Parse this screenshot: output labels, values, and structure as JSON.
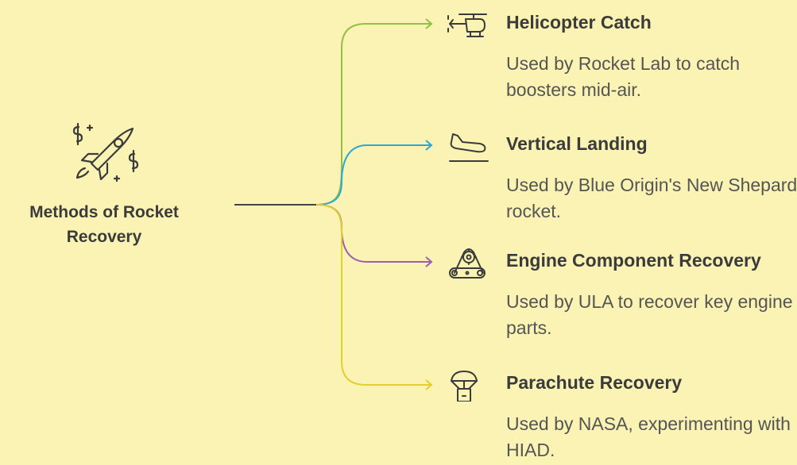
{
  "root": {
    "title": "Methods of Rocket\nRecovery",
    "icon": "rocket-money-icon"
  },
  "branches": [
    {
      "title": "Helicopter Catch",
      "desc": "Used by Rocket Lab to catch boosters mid-air.",
      "icon": "helicopter-icon",
      "color": "#8fc244"
    },
    {
      "title": "Vertical Landing",
      "desc": "Used by Blue Origin's New Shepard rocket.",
      "icon": "landing-plane-icon",
      "color": "#2aa9d9"
    },
    {
      "title": "Engine Component Recovery",
      "desc": "Used by ULA to recover key engine parts.",
      "icon": "conveyor-gear-icon",
      "color": "#9a5fb0"
    },
    {
      "title": "Parachute Recovery",
      "desc": "Used by NASA, experimenting with HIAD.",
      "icon": "parachute-box-icon",
      "color": "#e5cf2e"
    }
  ],
  "colors": {
    "background": "#faf3b4",
    "stem": "#444444",
    "text": "#3b3b3b",
    "desc": "#555555"
  }
}
